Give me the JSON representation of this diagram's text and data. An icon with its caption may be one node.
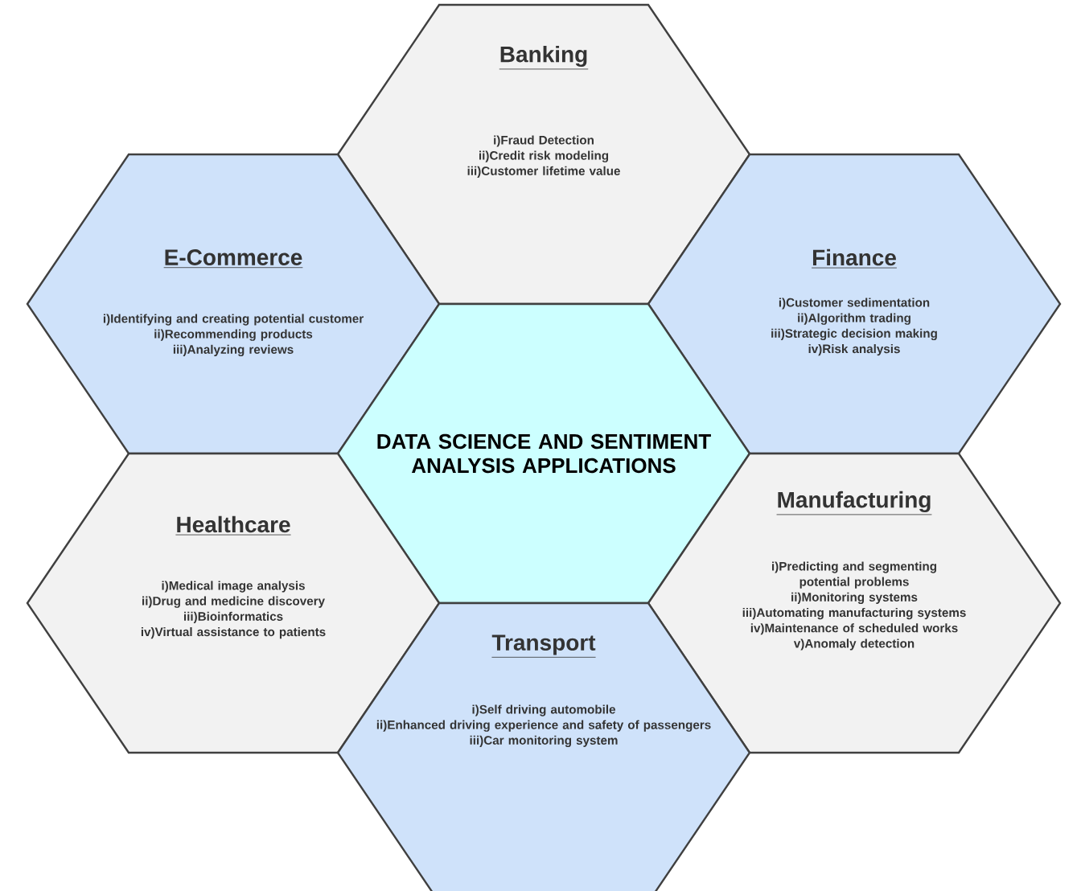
{
  "diagram": {
    "nodes": [
      {
        "text": [
          "Banking",
          "i)Fraud Detection",
          "ii)Credit risk modeling",
          "iii)Customer lifetime value"
        ]
      },
      {
        "text": [
          "E-Commerce",
          "i)Identifying and creating potential customer",
          "ii)Recommending products",
          "iii)Analyzing reviews"
        ]
      },
      {
        "text": [
          "Finance",
          "i)Customer sedimentation",
          "ii)Algorithm trading",
          "iii)Strategic decision making",
          "iv)Risk analysis"
        ]
      },
      {
        "text": [
          "DATA SCIENCE AND SENTIMENT ANALYSIS APPLICATIONS"
        ]
      },
      {
        "text": [
          "Healthcare",
          "i)Medical image analysis",
          "ii)Drug and medicine discovery",
          "iii)Bioinformatics",
          "iv)Virtual assistance to patients"
        ]
      },
      {
        "text": [
          "Manufacturing",
          "i)Predicting and segmenting potential problems",
          "ii)Monitoring systems",
          "iii)Automating manufacturing systems",
          "iv)Maintenance of scheduled works",
          "v)Anomaly detection"
        ]
      },
      {
        "text": [
          "Transport",
          "i)Self driving automobile",
          "ii)Enhanced driving experience and safety of passengers",
          "iii)Car monitoring system"
        ]
      }
    ]
  }
}
